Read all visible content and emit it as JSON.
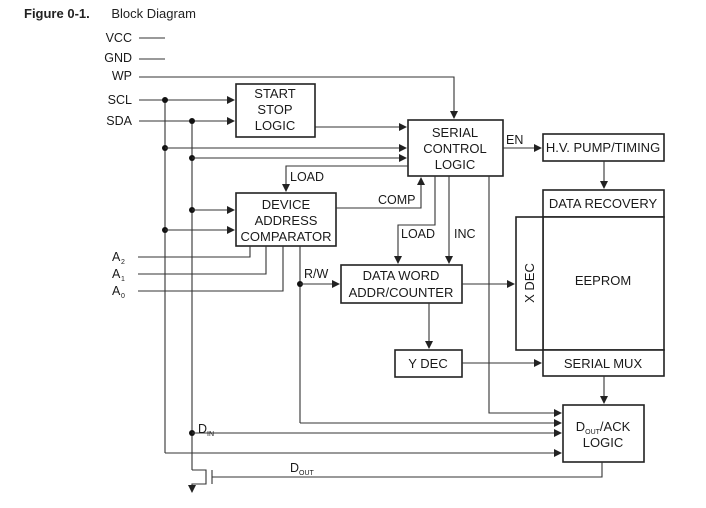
{
  "figure": {
    "number": "Figure 0-1.",
    "title": "Block Diagram"
  },
  "pins": {
    "vcc": "VCC",
    "gnd": "GND",
    "wp": "WP",
    "scl": "SCL",
    "sda": "SDA",
    "a2": {
      "main": "A",
      "sub": "2"
    },
    "a1": {
      "main": "A",
      "sub": "1"
    },
    "a0": {
      "main": "A",
      "sub": "0"
    }
  },
  "blocks": {
    "start_stop": [
      "START",
      "STOP",
      "LOGIC"
    ],
    "serial_control": [
      "SERIAL",
      "CONTROL",
      "LOGIC"
    ],
    "device_address": [
      "DEVICE",
      "ADDRESS",
      "COMPARATOR"
    ],
    "hv_pump": "H.V. PUMP/TIMING",
    "data_recovery": "DATA RECOVERY",
    "eeprom": "EEPROM",
    "x_dec": "X DEC",
    "data_word": [
      "DATA WORD",
      "ADDR/COUNTER"
    ],
    "y_dec": "Y DEC",
    "serial_mux": "SERIAL MUX",
    "dout_ack": {
      "line1_main": "D",
      "line1_sub": "OUT",
      "line1_rest": "/ACK",
      "line2": "LOGIC"
    }
  },
  "signals": {
    "en": "EN",
    "load_top": "LOAD",
    "comp": "COMP",
    "load_mid": "LOAD",
    "inc": "INC",
    "rw": "R/W",
    "din": {
      "main": "D",
      "sub": "IN"
    },
    "dout": {
      "main": "D",
      "sub": "OUT"
    }
  }
}
